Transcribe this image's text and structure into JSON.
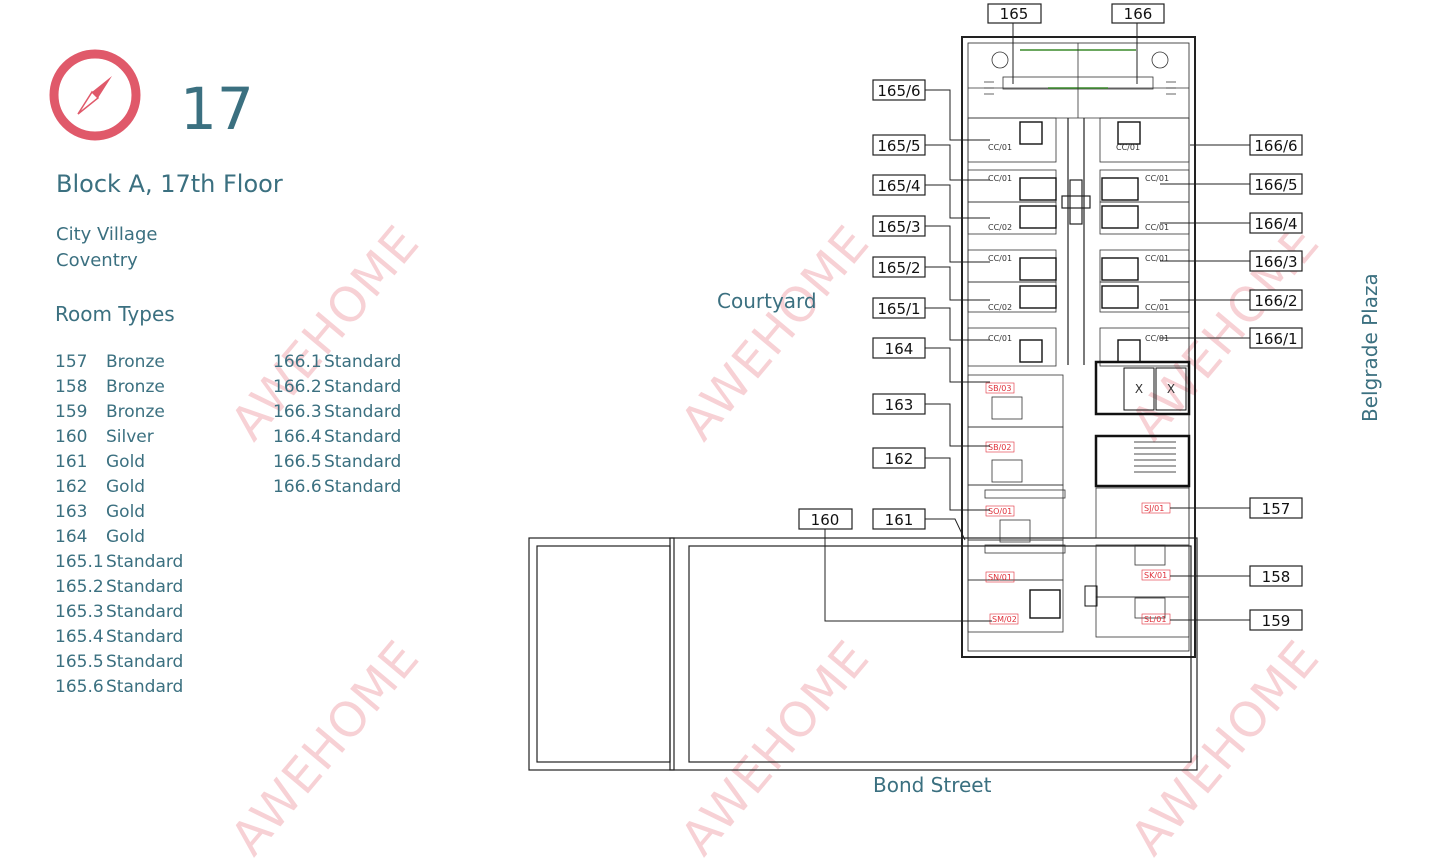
{
  "floor_number": "17",
  "title": "Block A, 17th Floor",
  "location": {
    "area": "City Village",
    "city": "Coventry"
  },
  "room_types": {
    "heading": "Room Types",
    "column1": [
      {
        "room": "157",
        "type": "Bronze"
      },
      {
        "room": "158",
        "type": "Bronze"
      },
      {
        "room": "159",
        "type": "Bronze"
      },
      {
        "room": "160",
        "type": "Silver"
      },
      {
        "room": "161",
        "type": "Gold"
      },
      {
        "room": "162",
        "type": "Gold"
      },
      {
        "room": "163",
        "type": "Gold"
      },
      {
        "room": "164",
        "type": "Gold"
      },
      {
        "room": "165.1",
        "type": "Standard"
      },
      {
        "room": "165.2",
        "type": "Standard"
      },
      {
        "room": "165.3",
        "type": "Standard"
      },
      {
        "room": "165.4",
        "type": "Standard"
      },
      {
        "room": "165.5",
        "type": "Standard"
      },
      {
        "room": "165.6",
        "type": "Standard"
      }
    ],
    "column2": [
      {
        "room": "166.1",
        "type": "Standard"
      },
      {
        "room": "166.2",
        "type": "Standard"
      },
      {
        "room": "166.3",
        "type": "Standard"
      },
      {
        "room": "166.4",
        "type": "Standard"
      },
      {
        "room": "166.5",
        "type": "Standard"
      },
      {
        "room": "166.6",
        "type": "Standard"
      }
    ]
  },
  "plan": {
    "street_labels": {
      "courtyard": "Courtyard",
      "bond_street": "Bond Street",
      "belgrade_plaza": "Belgrade Plaza"
    },
    "callouts": {
      "top": [
        "165",
        "166"
      ],
      "left": [
        "165/6",
        "165/5",
        "165/4",
        "165/3",
        "165/2",
        "165/1",
        "164",
        "163",
        "162",
        "161",
        "160"
      ],
      "right": [
        "166/6",
        "166/5",
        "166/4",
        "166/3",
        "166/2",
        "166/1",
        "157",
        "158",
        "159"
      ]
    },
    "room_codes": [
      "SB/03",
      "SB/02",
      "SO/01",
      "SN/01",
      "SM/02",
      "SL/01",
      "SK/01",
      "SJ/01",
      "CC/01",
      "CC/02"
    ],
    "lift_marks": [
      "X",
      "X"
    ]
  },
  "watermark": "AWEHOME",
  "colors": {
    "accent": "#e0596a",
    "text": "#3b7080",
    "room_code": "#e0303a",
    "watermark": "#e15a69"
  },
  "icons": {
    "compass": "compass-icon"
  }
}
